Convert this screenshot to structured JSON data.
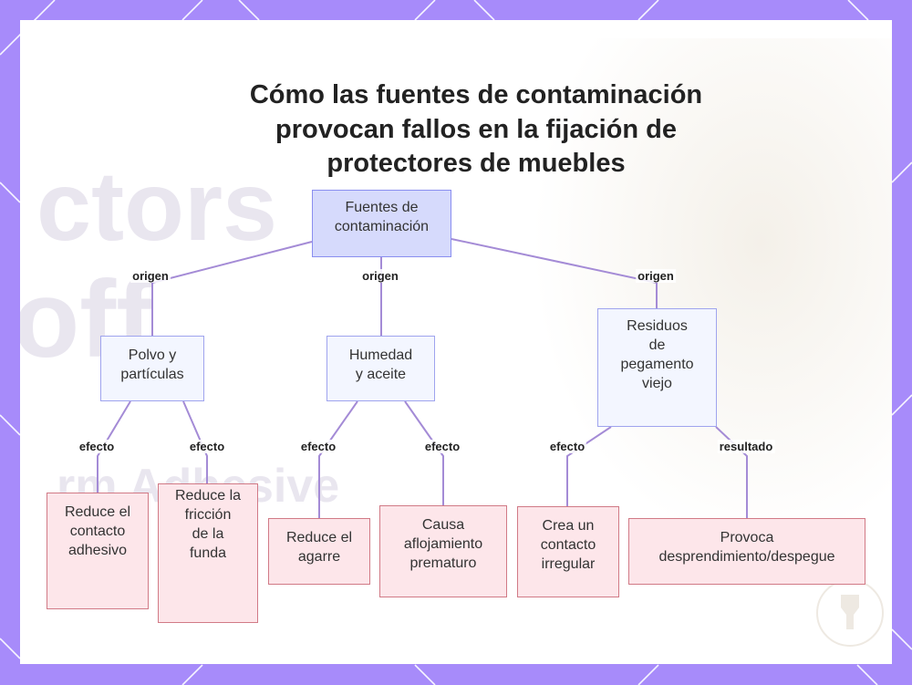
{
  "title_lines": [
    "Cómo las fuentes de contaminación",
    "provocan fallos en la fijación de",
    "protectores de muebles"
  ],
  "watermark": {
    "lines": [
      "ctors",
      "off",
      "rm Adhesive"
    ]
  },
  "colors": {
    "frame": "#a78bfa",
    "root_fill": "#d6dafc",
    "root_border": "#8a8ef0",
    "mid_fill": "#f3f6ff",
    "mid_border": "#9fa4ee",
    "leaf_fill": "#fde6ea",
    "leaf_border": "#d17a86",
    "edge": "#a48bd6"
  },
  "nodes": {
    "root": {
      "lines": [
        "Fuentes de",
        "contaminación"
      ]
    },
    "polvo": {
      "lines": [
        "Polvo y",
        "partículas"
      ]
    },
    "humedad": {
      "lines": [
        "Humedad",
        "y aceite"
      ]
    },
    "residuos": {
      "lines": [
        "Residuos",
        "de",
        "pegamento",
        "viejo"
      ]
    },
    "leaf1": {
      "lines": [
        "Reduce el",
        "contacto",
        "adhesivo"
      ]
    },
    "leaf2": {
      "lines": [
        "Reduce la",
        "fricción",
        "de la",
        "funda"
      ]
    },
    "leaf3": {
      "lines": [
        "Reduce el",
        "agarre"
      ]
    },
    "leaf4": {
      "lines": [
        "Causa",
        "aflojamiento",
        "prematuro"
      ]
    },
    "leaf5": {
      "lines": [
        "Crea un",
        "contacto",
        "irregular"
      ]
    },
    "leaf6": {
      "lines": [
        "Provoca",
        "desprendimiento/despegue"
      ]
    }
  },
  "edge_labels": {
    "root_polvo": "origen",
    "root_humedad": "origen",
    "root_residuos": "origen",
    "polvo_leaf1": "efecto",
    "polvo_leaf2": "efecto",
    "humedad_leaf3": "efecto",
    "humedad_leaf4": "efecto",
    "residuos_leaf5": "efecto",
    "residuos_leaf6": "resultado"
  }
}
